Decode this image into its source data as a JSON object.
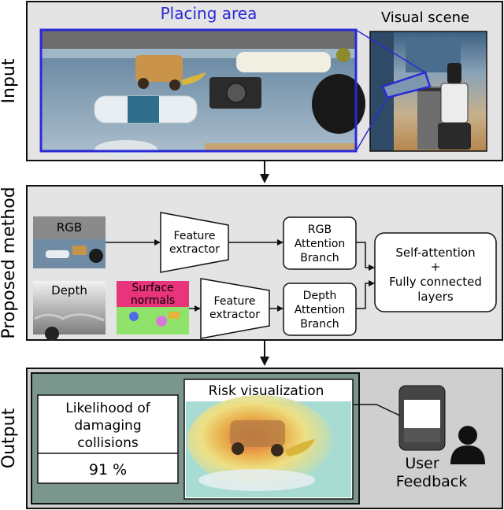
{
  "sections": {
    "input": {
      "side_label": "Input"
    },
    "method": {
      "side_label": "Proposed method",
      "title": "PonNet"
    },
    "output": {
      "side_label": "Output"
    }
  },
  "input": {
    "placing_area_title": "Placing area",
    "visual_scene_title": "Visual scene"
  },
  "method": {
    "rgb_label": "RGB",
    "depth_label": "Depth",
    "surface_normals_label": [
      "Surface",
      "normals"
    ],
    "feature_extractor_label": [
      "Feature",
      "extractor"
    ],
    "rgb_branch_label": [
      "RGB",
      "Attention",
      "Branch"
    ],
    "depth_branch_label": [
      "Depth",
      "Attention",
      "Branch"
    ],
    "fusion_label": [
      "Self-attention",
      "+",
      "Fully connected",
      "layers"
    ]
  },
  "output": {
    "likelihood_label": [
      "Likelihood of",
      "damaging",
      "collisions"
    ],
    "likelihood_value": "91 %",
    "risk_title": "Risk visualization",
    "user_feedback_label": [
      "User",
      "Feedback"
    ]
  },
  "colors": {
    "placing_area_accent": "#2a2ad6",
    "panel_fill": "#e4e4e4",
    "output_inner_fill": "#7b968d",
    "surface_normals_magenta": "#e8347a"
  }
}
